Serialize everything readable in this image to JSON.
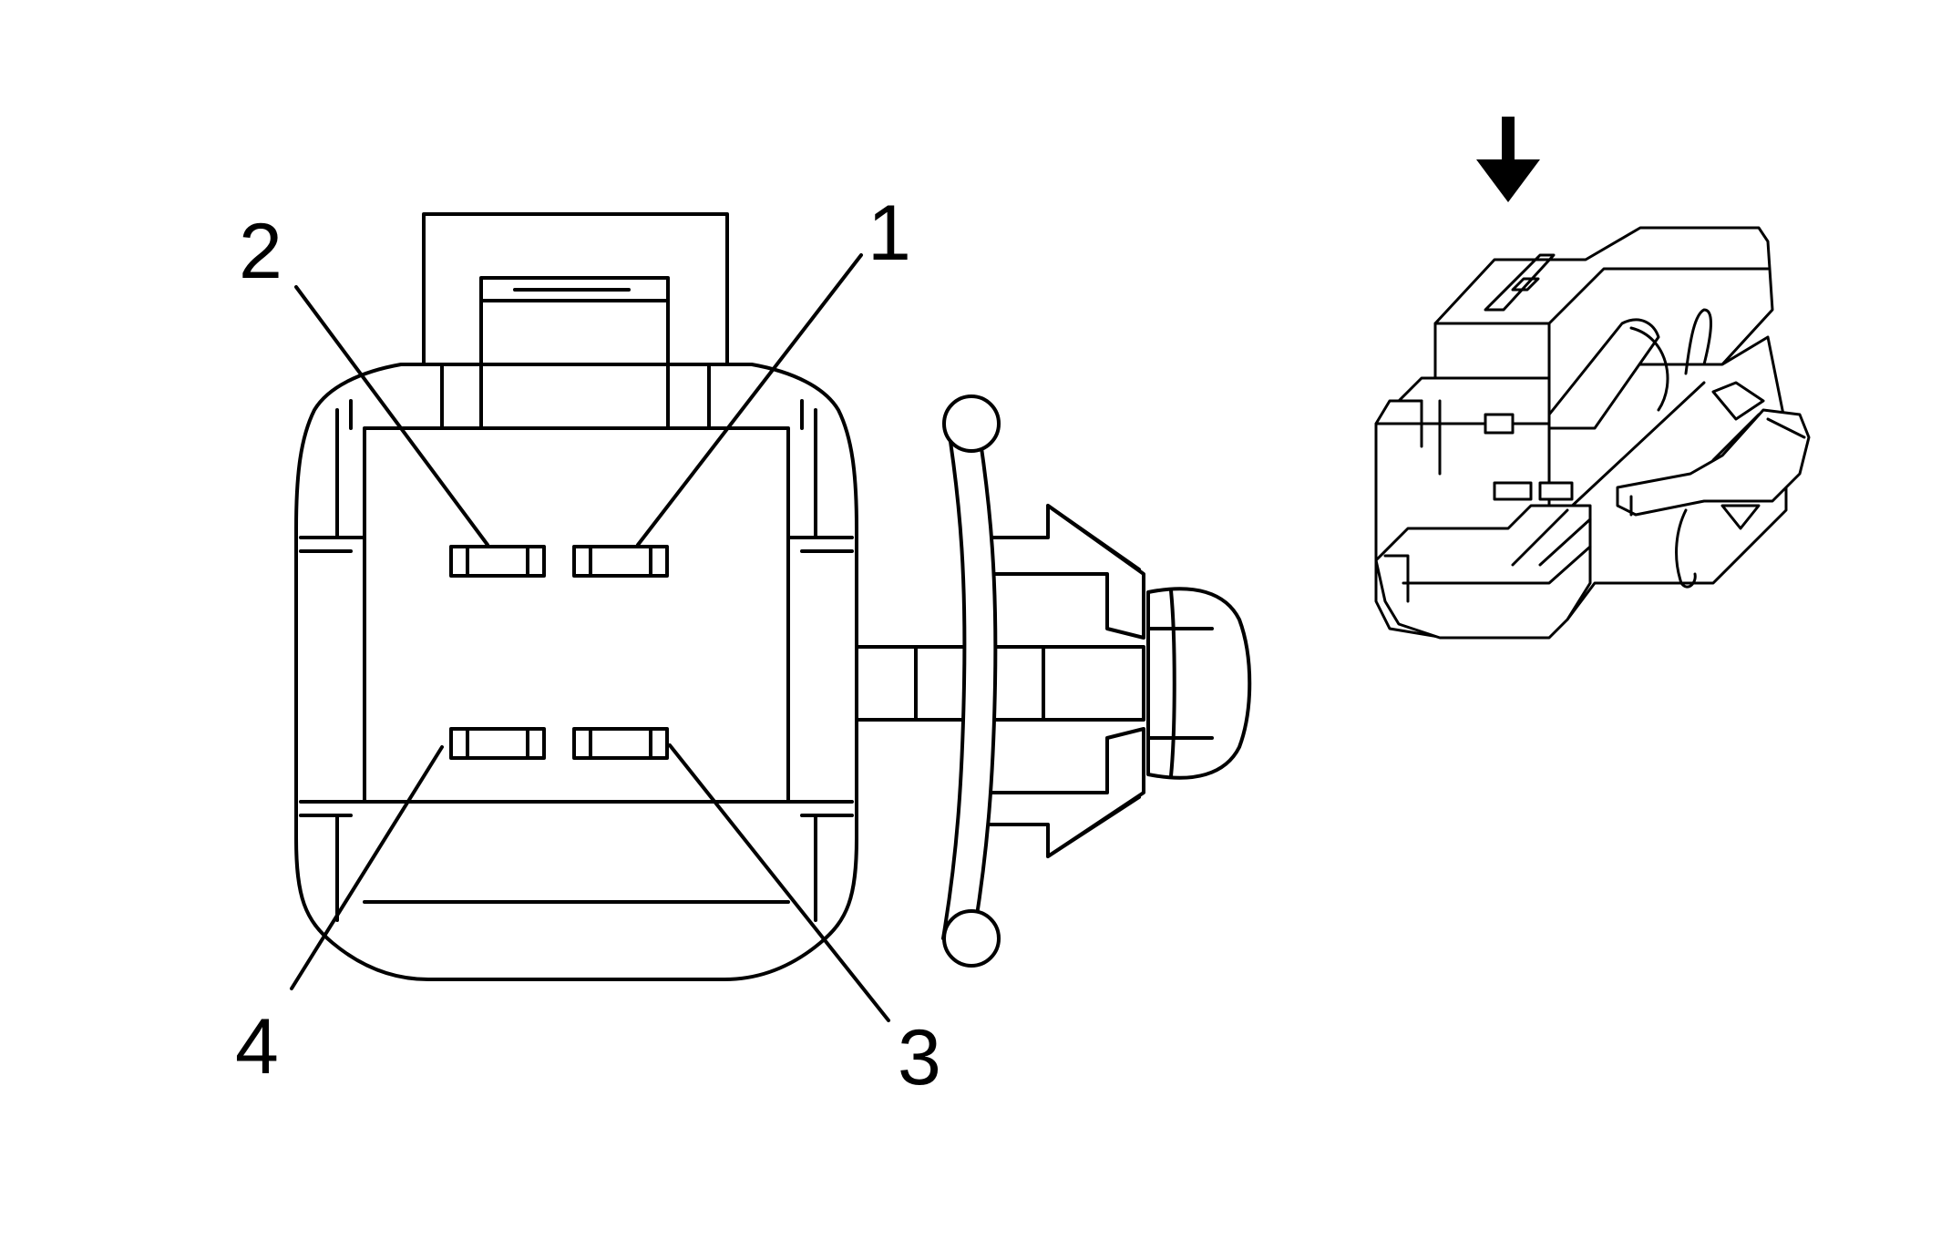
{
  "pin_labels": {
    "pin1": "1",
    "pin2": "2",
    "pin3": "3",
    "pin4": "4"
  },
  "colors": {
    "line": "#000000",
    "background": "#ffffff"
  }
}
